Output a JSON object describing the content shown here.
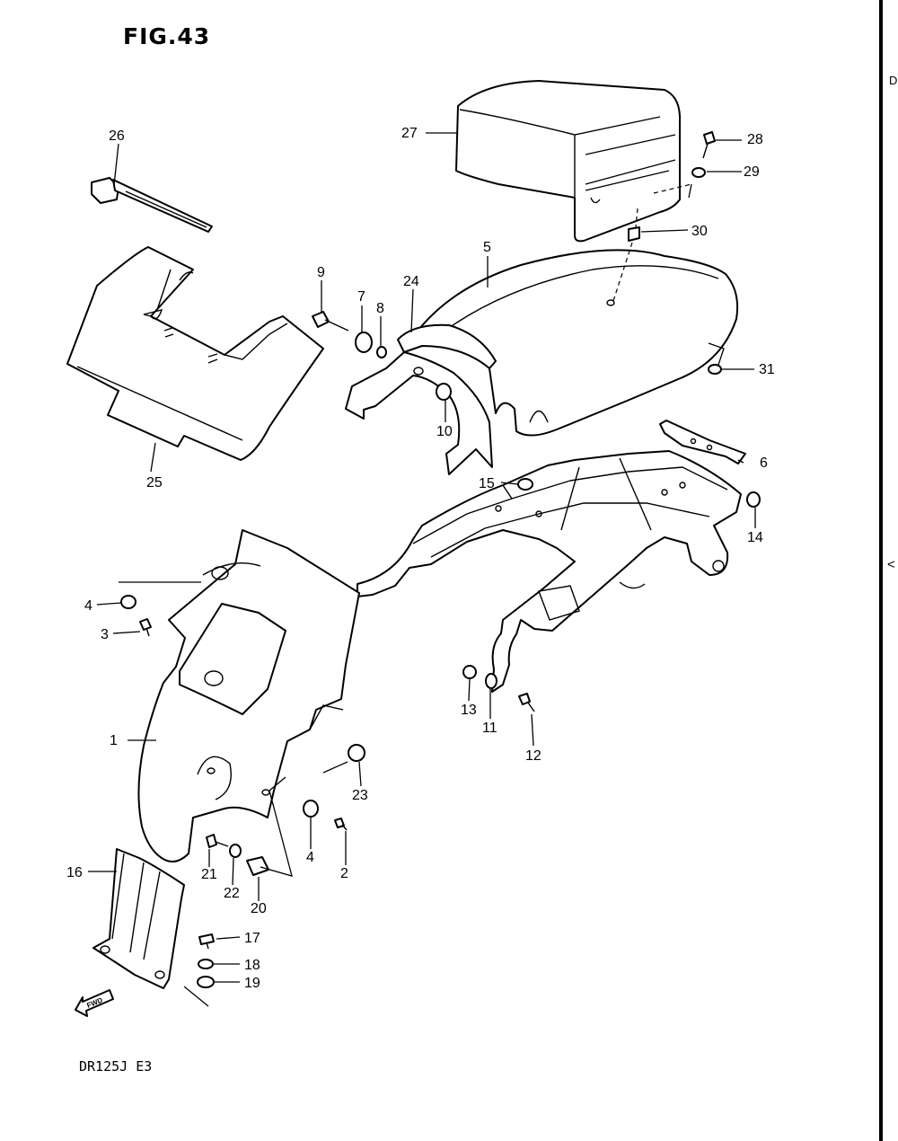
{
  "figure": {
    "title": "FIG.43",
    "footer": "DR125J  E3",
    "edge_text_top": "D",
    "edge_text_mid": "<"
  },
  "parts": [
    {
      "id": "part-1",
      "label": "1"
    },
    {
      "id": "part-2",
      "label": "2"
    },
    {
      "id": "part-3",
      "label": "3"
    },
    {
      "id": "part-4a",
      "label": "4"
    },
    {
      "id": "part-4b",
      "label": "4"
    },
    {
      "id": "part-5",
      "label": "5"
    },
    {
      "id": "part-6",
      "label": "6"
    },
    {
      "id": "part-7",
      "label": "7"
    },
    {
      "id": "part-8",
      "label": "8"
    },
    {
      "id": "part-9",
      "label": "9"
    },
    {
      "id": "part-10",
      "label": "10"
    },
    {
      "id": "part-11",
      "label": "11"
    },
    {
      "id": "part-12",
      "label": "12"
    },
    {
      "id": "part-13",
      "label": "13"
    },
    {
      "id": "part-14",
      "label": "14"
    },
    {
      "id": "part-15",
      "label": "15"
    },
    {
      "id": "part-16",
      "label": "16"
    },
    {
      "id": "part-17",
      "label": "17"
    },
    {
      "id": "part-18",
      "label": "18"
    },
    {
      "id": "part-19",
      "label": "19"
    },
    {
      "id": "part-20",
      "label": "20"
    },
    {
      "id": "part-21",
      "label": "21"
    },
    {
      "id": "part-22",
      "label": "22"
    },
    {
      "id": "part-23",
      "label": "23"
    },
    {
      "id": "part-24",
      "label": "24"
    },
    {
      "id": "part-25",
      "label": "25"
    },
    {
      "id": "part-26",
      "label": "26"
    },
    {
      "id": "part-27",
      "label": "27"
    },
    {
      "id": "part-28",
      "label": "28"
    },
    {
      "id": "part-29",
      "label": "29"
    },
    {
      "id": "part-30",
      "label": "30"
    },
    {
      "id": "part-31",
      "label": "31"
    }
  ],
  "fwd_arrow_text": "FWD"
}
